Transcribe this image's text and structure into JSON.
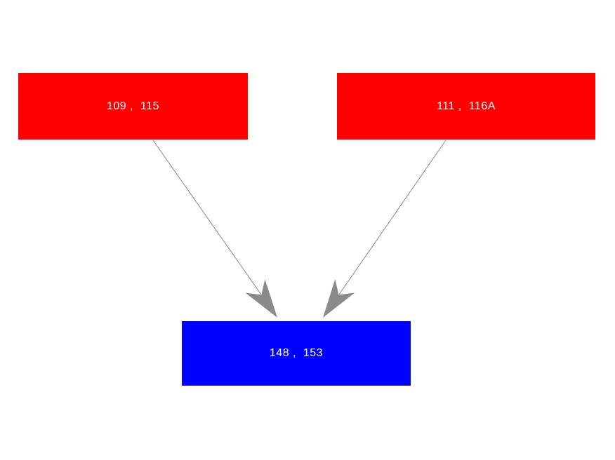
{
  "diagram": {
    "background": "#ffffff",
    "arrow_color": "#8a8a8a",
    "nodes": [
      {
        "id": "node-109-115",
        "label": "109 ,  115",
        "fill": "#ff0000",
        "text_color": "#ffffff"
      },
      {
        "id": "node-111-116A",
        "label": "111 ,  116A",
        "fill": "#ff0000",
        "text_color": "#ffffff"
      },
      {
        "id": "node-148-153",
        "label": "148 ,  153",
        "fill": "#0000ff",
        "text_color": "#ffffff"
      }
    ],
    "edges": [
      {
        "from": "node-109-115",
        "to": "node-148-153"
      },
      {
        "from": "node-111-116A",
        "to": "node-148-153"
      }
    ]
  }
}
